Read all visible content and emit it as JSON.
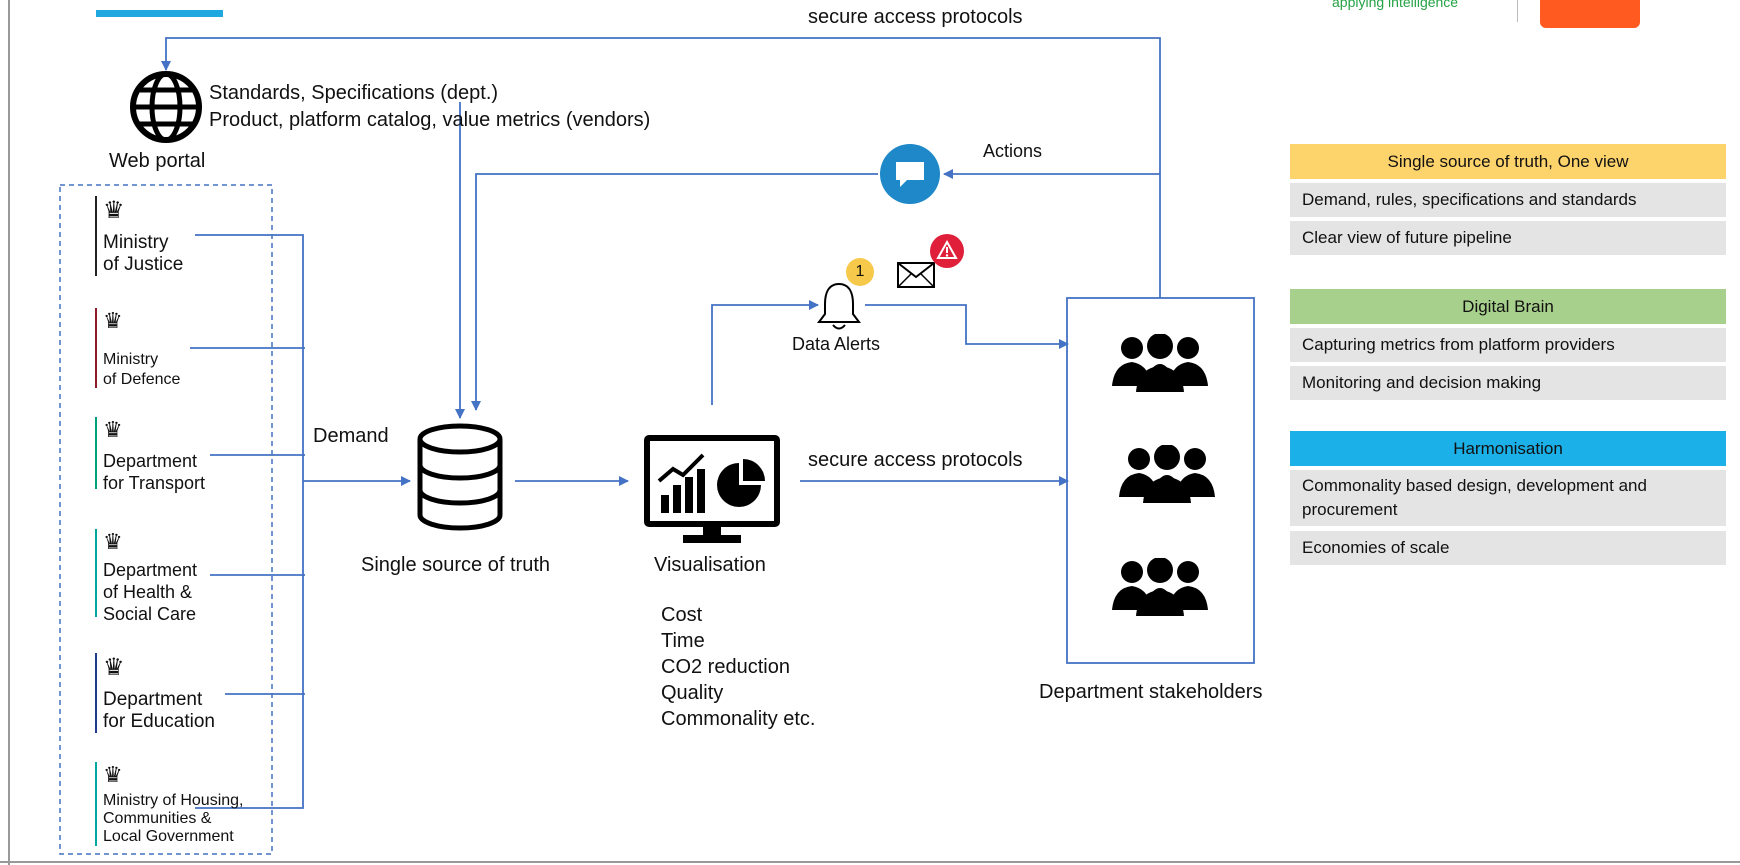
{
  "top_protocol_label": "secure access protocols",
  "mid_protocol_label": "secure access protocols",
  "brand_tagline": "applying intelligence",
  "web_portal": {
    "label": "Web portal",
    "line1": "Standards, Specifications (dept.)",
    "line2": "Product, platform catalog, value metrics (vendors)"
  },
  "actions_label": "Actions",
  "demand_label": "Demand",
  "sst_label": "Single source of truth",
  "visualisation_label": "Visualisation",
  "data_alerts_label": "Data Alerts",
  "alert_count": "1",
  "metrics": [
    "Cost",
    "Time",
    "CO2 reduction",
    "Quality",
    "Commonality etc."
  ],
  "stakeholders_label": "Department stakeholders",
  "departments": [
    {
      "name": "Ministry\nof Justice",
      "color": "#222222"
    },
    {
      "name": "Ministry\nof Defence",
      "color": "#8b1a2b"
    },
    {
      "name": "Department\nfor Transport",
      "color": "#00a07a"
    },
    {
      "name": "Department\nof Health &\nSocial Care",
      "color": "#00a79d"
    },
    {
      "name": "Department\nfor Education",
      "color": "#1d3b8a"
    },
    {
      "name": "Ministry of Housing,\nCommunities &\nLocal Government",
      "color": "#00a7a0"
    }
  ],
  "panels": [
    {
      "title": "Single source of truth, One view",
      "color": "#fdd36b",
      "items": [
        "Demand, rules, specifications and standards",
        "Clear view of future pipeline"
      ]
    },
    {
      "title": "Digital Brain",
      "color": "#a8d08d",
      "items": [
        "Capturing metrics from platform providers",
        "Monitoring and decision making"
      ]
    },
    {
      "title": "Harmonisation",
      "color": "#1bb0e8",
      "items": [
        "Commonality based design, development and procurement",
        "Economies of scale"
      ]
    }
  ],
  "colors": {
    "arrow": "#4472c4",
    "accent_bar": "#1fa8e0",
    "brand_orange": "#ff5a1f",
    "chat_blue": "#1e88c8",
    "alert_red": "#e0203a",
    "badge_yellow": "#f6c94a"
  }
}
